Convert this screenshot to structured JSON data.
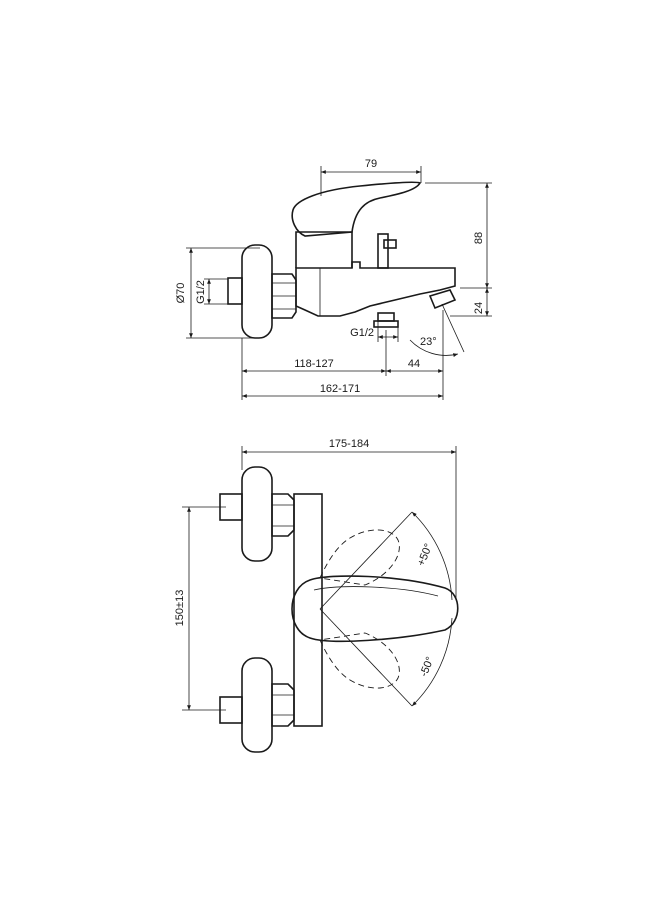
{
  "top_view": {
    "dim_79": "79",
    "dim_88": "88",
    "dim_24": "24",
    "dim_70": "Ø70",
    "dim_g12_left": "G1/2",
    "dim_g12_bottom": "G1/2",
    "dim_23": "23°",
    "dim_118": "118-127",
    "dim_44": "44",
    "dim_162": "162-171"
  },
  "front_view": {
    "dim_175": "175-184",
    "dim_150": "150±13",
    "angle_plus": "+50°",
    "angle_minus": "-50°"
  }
}
